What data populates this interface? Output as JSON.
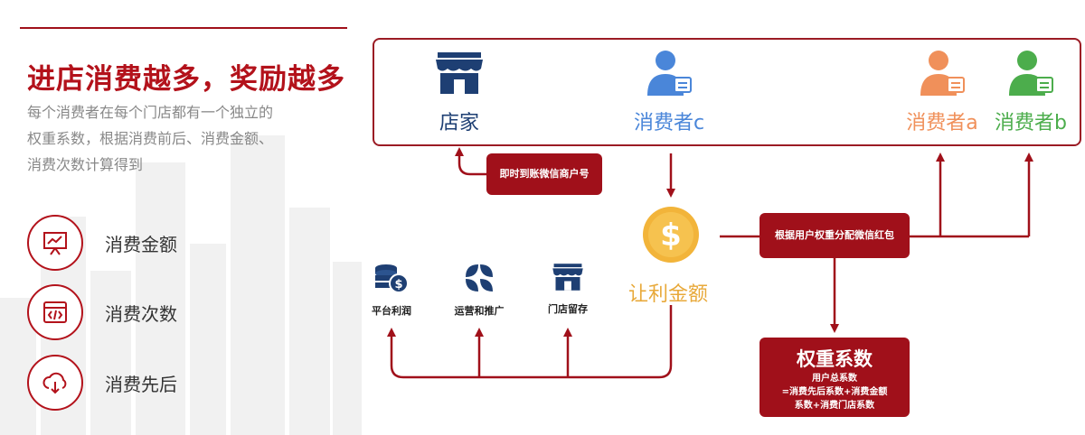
{
  "left": {
    "headline": "进店消费越多，奖励越多",
    "description": [
      "每个消费者在每个门店都有一个独立的",
      "权重系数，根据消费前后、消费金额、",
      "消费次数计算得到"
    ],
    "features": [
      {
        "label": "消费金额",
        "icon": "chart-board-icon"
      },
      {
        "label": "消费次数",
        "icon": "code-window-icon"
      },
      {
        "label": "消费先后",
        "icon": "cloud-download-icon"
      }
    ]
  },
  "panel": {
    "shop": {
      "label": "店家",
      "icon": "store-icon",
      "color": "#1e3f73"
    },
    "consumer_c": {
      "label": "消费者c",
      "icon": "user-card-icon",
      "color": "#4a86d9"
    },
    "consumer_a": {
      "label": "消费者a",
      "icon": "user-card-icon",
      "color": "#f0905a"
    },
    "consumer_b": {
      "label": "消费者b",
      "icon": "user-card-icon",
      "color": "#4cad4c"
    }
  },
  "flow": {
    "instant_box": "即时到账微信商户号",
    "distribute_box": "根据用户权重分配微信红包",
    "coin_label": "让利金额",
    "weight_title": "权重系数",
    "weight_lines": [
      "用户总系数",
      "=消费先后系数+消费金额",
      "系数+消费门店系数"
    ],
    "items": [
      {
        "label": "平台利润",
        "icon": "coin-stack-icon"
      },
      {
        "label": "运营和推广",
        "icon": "clover-icon"
      },
      {
        "label": "门店留存",
        "icon": "store-icon"
      }
    ]
  },
  "colors": {
    "accent": "#a0101a",
    "gold": "#f2b43a",
    "navy": "#1e3f73"
  }
}
